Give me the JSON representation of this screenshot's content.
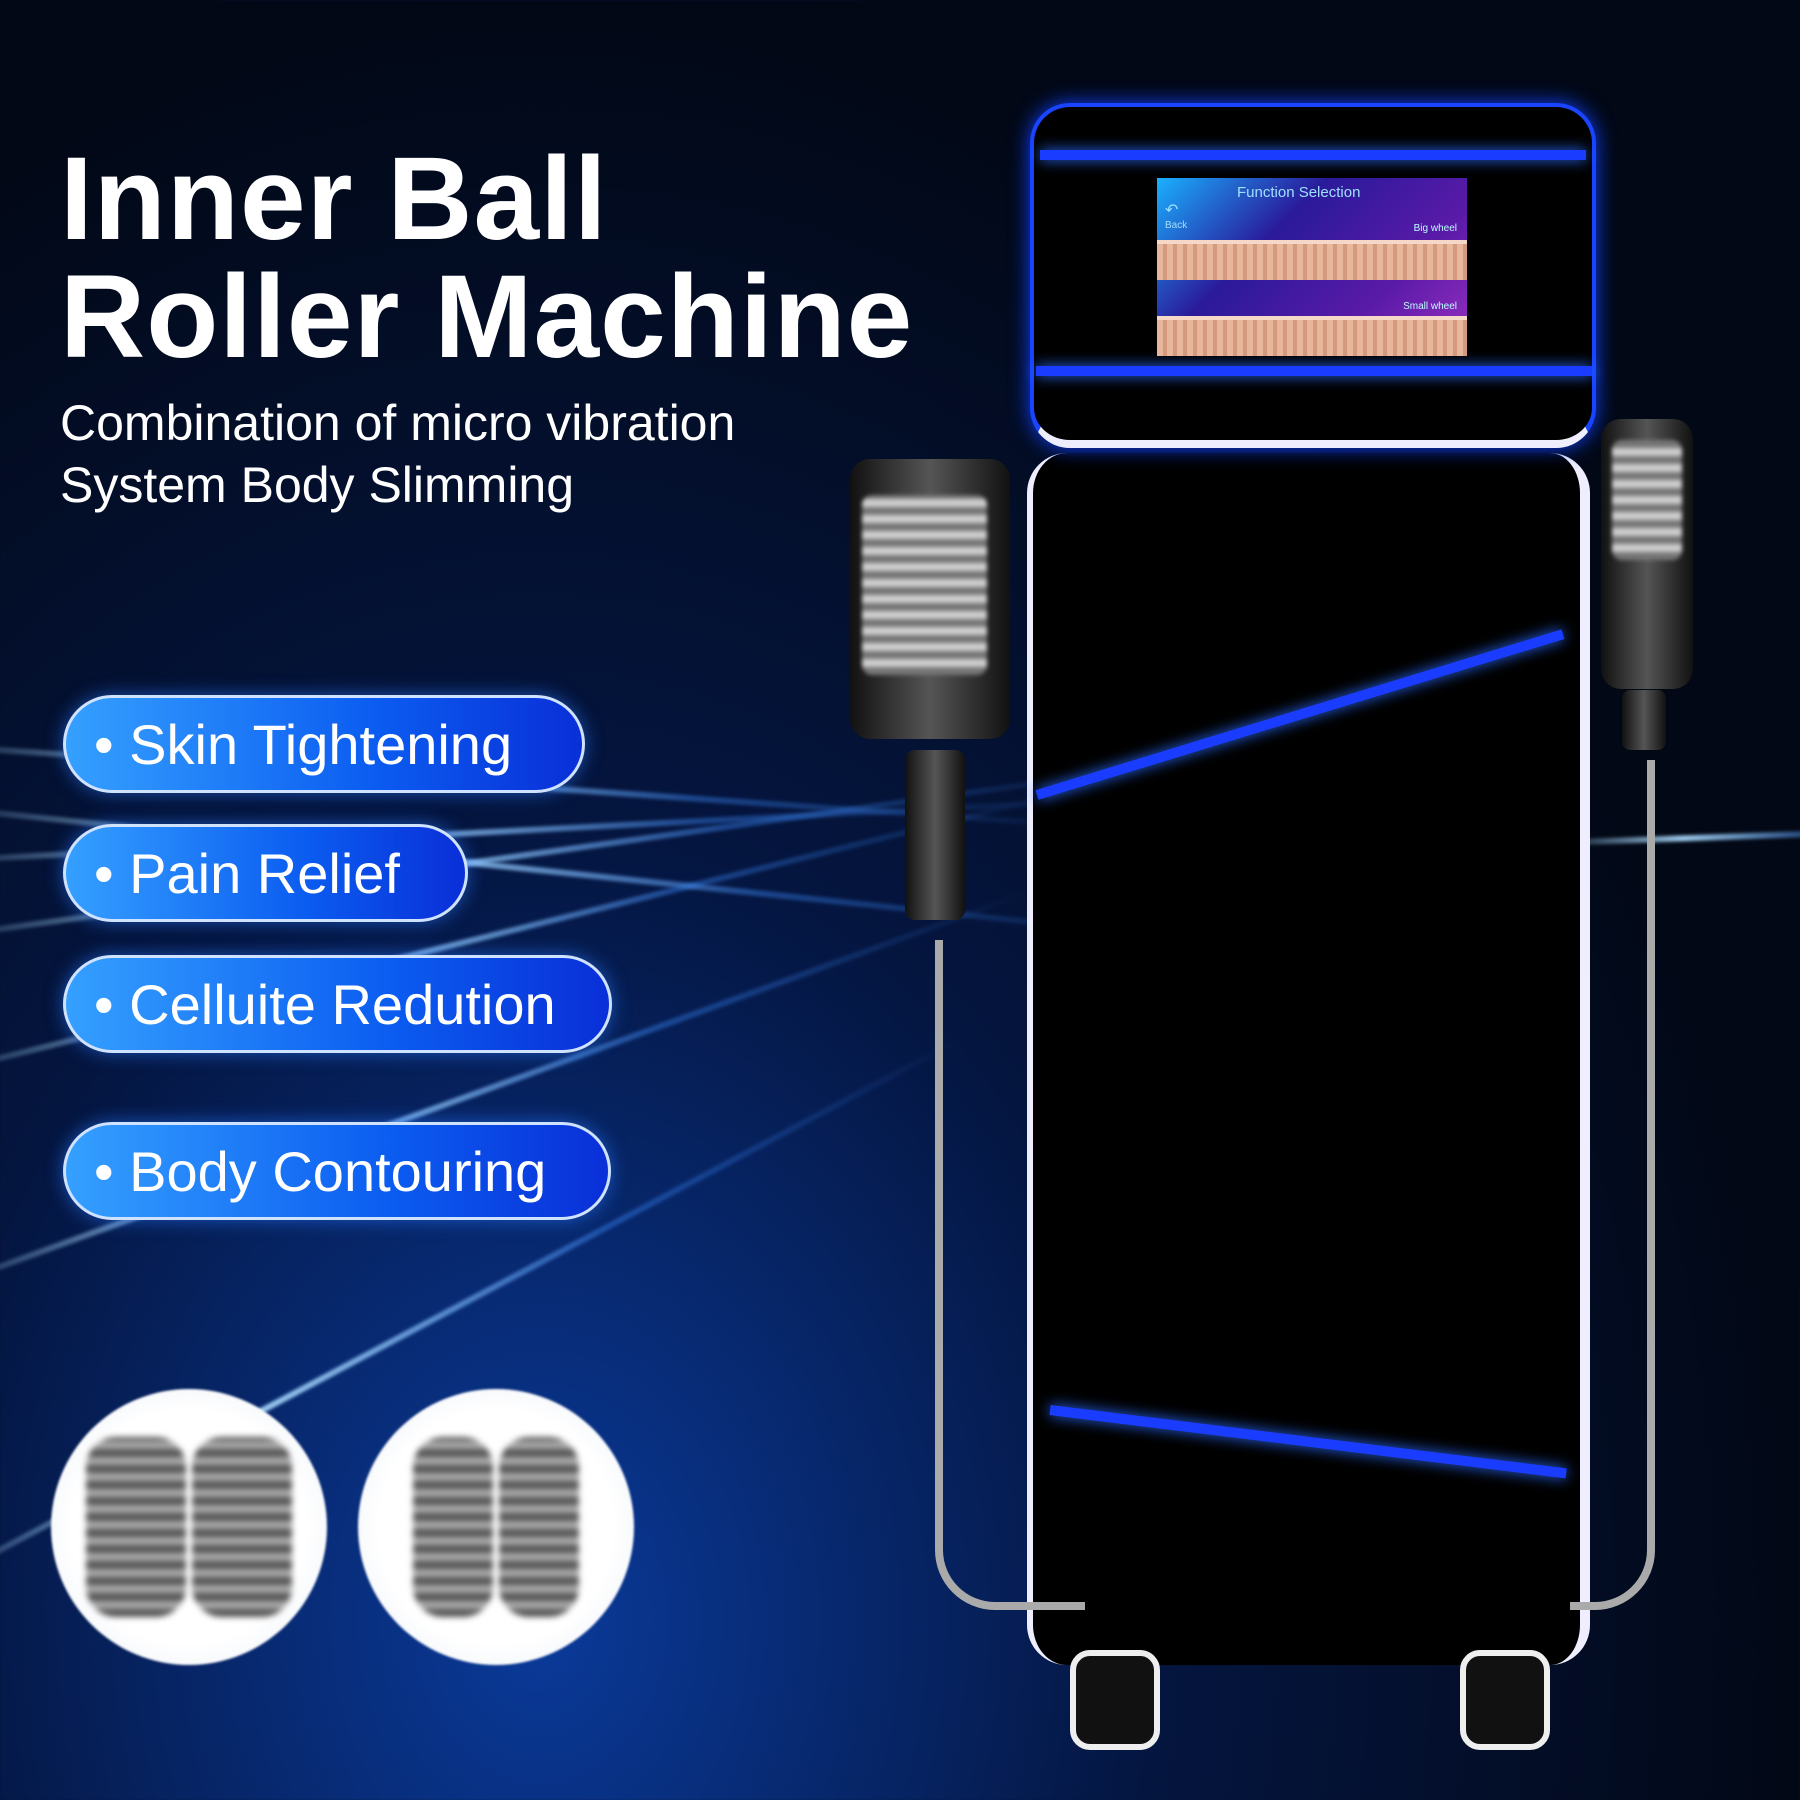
{
  "title": {
    "line1": "Inner Ball",
    "line2": "Roller Machine"
  },
  "subtitle": {
    "line1": "Combination of micro vibration",
    "line2": "System Body Slimming"
  },
  "features": [
    "• Skin Tightening",
    "• Pain Relief",
    "• Celluite Redution",
    "• Body Contouring"
  ],
  "screen": {
    "title": "Function Selection",
    "back": "Back",
    "option1": "Big wheel",
    "option2": "Small wheel"
  },
  "colors": {
    "accent": "#1a3cff",
    "pill": "#0b5cf0",
    "background": "#020816"
  }
}
